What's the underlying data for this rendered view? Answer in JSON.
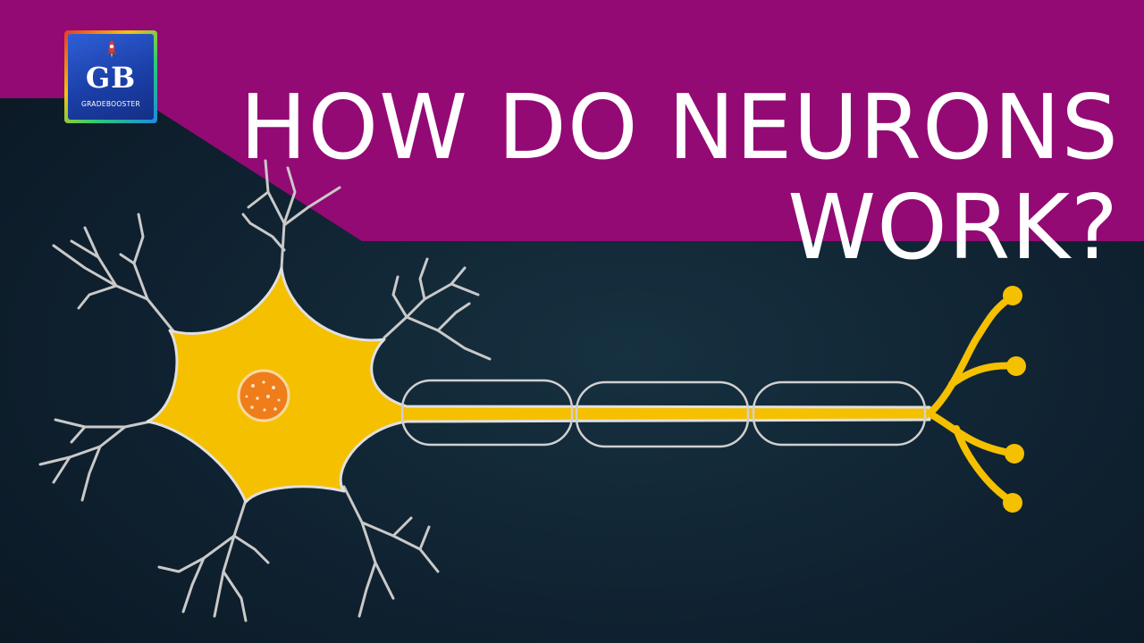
{
  "banner": {
    "title_line1": "HOW DO NEURONS",
    "title_line2": "WORK?",
    "color": "#930a74"
  },
  "logo": {
    "letters": "GB",
    "subtitle": "GRADEBOOSTER",
    "icon": "rocket-icon"
  },
  "colors": {
    "background": "#0f2130",
    "cell_body": "#f5c000",
    "nucleus": "#ef7d1a",
    "dendrite": "#c9c9c9",
    "myelin_outline": "#d0d0d0"
  }
}
